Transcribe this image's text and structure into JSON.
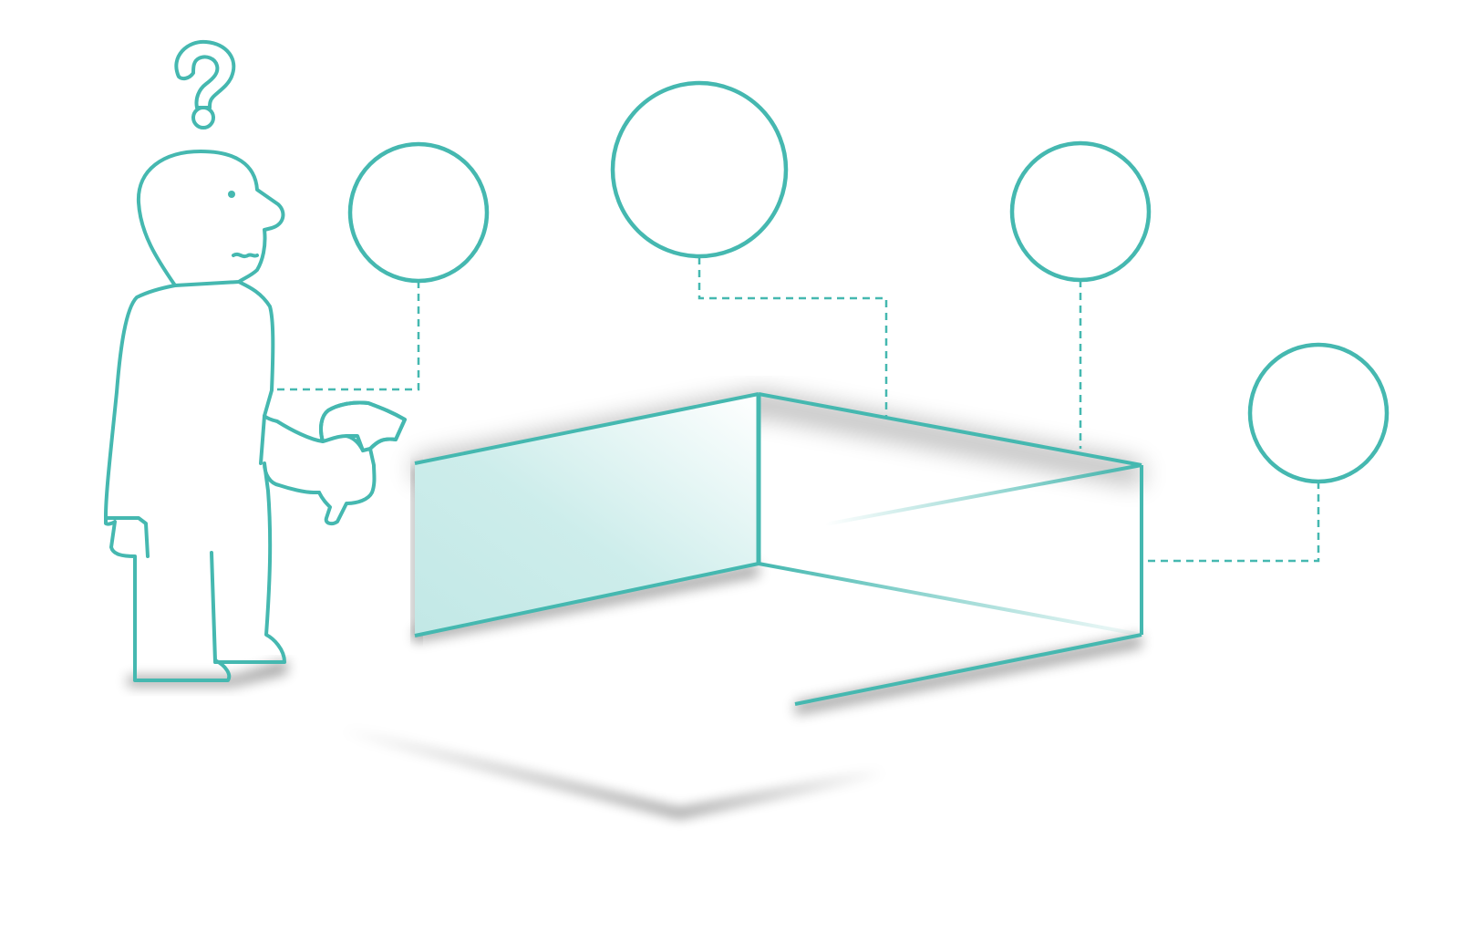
{
  "colors": {
    "accent": "#45B8B0",
    "panel_tint": "#C2E8E6",
    "background": "#FFFFFF"
  },
  "icons": {
    "person": "confused-person-icon",
    "question": "question-mark-icon",
    "tool": "hammer-icon"
  },
  "callouts": [
    {
      "name": "callout-circle-1"
    },
    {
      "name": "callout-circle-2"
    },
    {
      "name": "callout-circle-3"
    },
    {
      "name": "callout-circle-4"
    }
  ]
}
